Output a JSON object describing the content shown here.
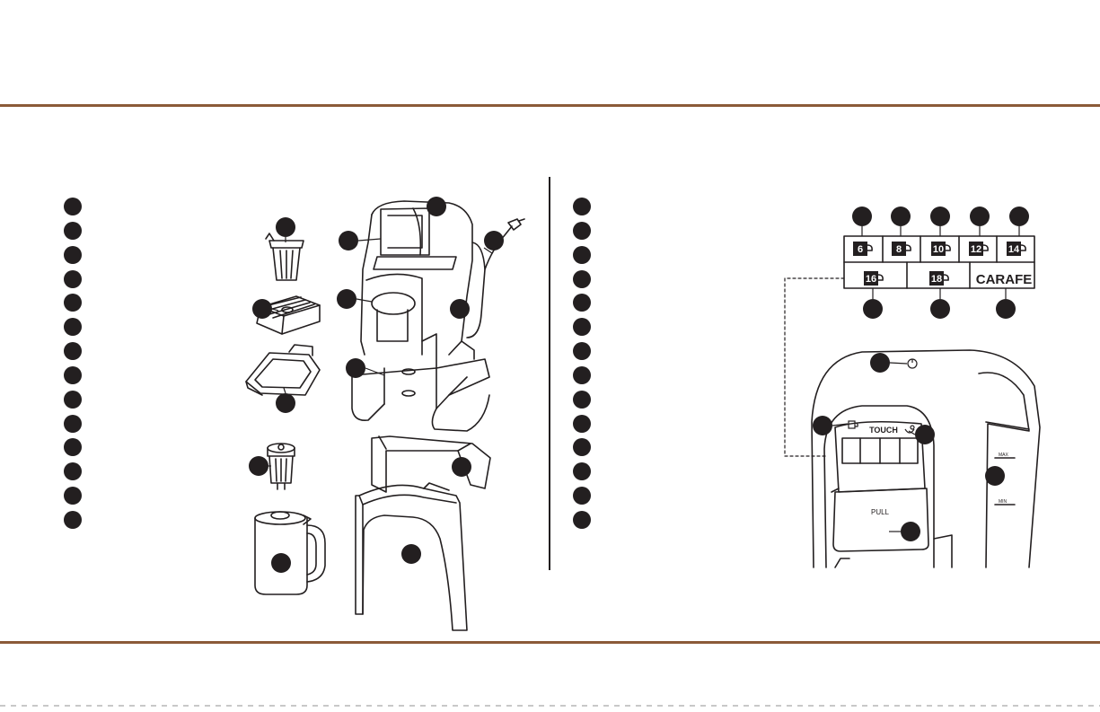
{
  "colors": {
    "rule": "#8b5a38",
    "ink": "#231f20",
    "callout": "#231f20",
    "lcd_fill": "#231f20"
  },
  "left_list": {
    "bullet_count": 14
  },
  "right_list": {
    "bullet_count": 14
  },
  "control_panel": {
    "sizes_top": [
      "6",
      "8",
      "10",
      "12",
      "14"
    ],
    "sizes_bottom": [
      "16",
      "18"
    ],
    "carafe_label": "CARAFE"
  },
  "machine": {
    "touch_label": "TOUCH",
    "pull_label": "PULL",
    "max_label": "MAX",
    "min_label": "MIN"
  },
  "icons": [
    "power-icon",
    "cup-size-icon",
    "brew-icon",
    "touch-icon"
  ]
}
